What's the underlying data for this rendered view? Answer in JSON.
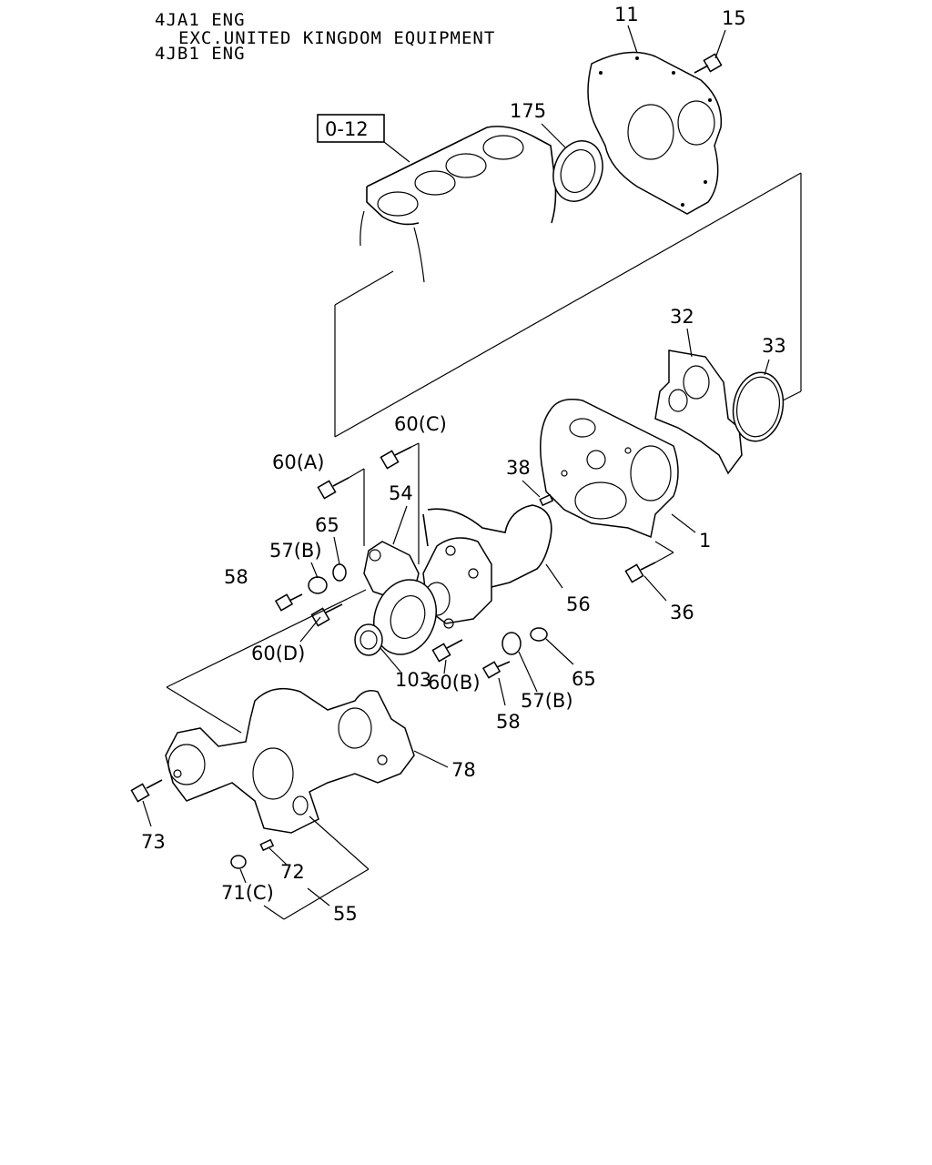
{
  "header": {
    "line1": "4JA1 ENG",
    "line2": "EXC.UNITED KINGDOM EQUIPMENT",
    "line3": "4JB1 ENG"
  },
  "ref_box": "0-12",
  "callouts": {
    "c11": "11",
    "c15": "15",
    "c175": "175",
    "c32": "32",
    "c33": "33",
    "c1": "1",
    "c36": "36",
    "c38": "38",
    "c56": "56",
    "c60c": "60(C)",
    "c60a": "60(A)",
    "c54": "54",
    "c65a": "65",
    "c57ba": "57(B)",
    "c58a": "58",
    "c60d": "60(D)",
    "c103": "103",
    "c60b": "60(B)",
    "c58b": "58",
    "c57bb": "57(B)",
    "c65b": "65",
    "c78": "78",
    "c73": "73",
    "c72": "72",
    "c71c": "71(C)",
    "c55": "55"
  }
}
